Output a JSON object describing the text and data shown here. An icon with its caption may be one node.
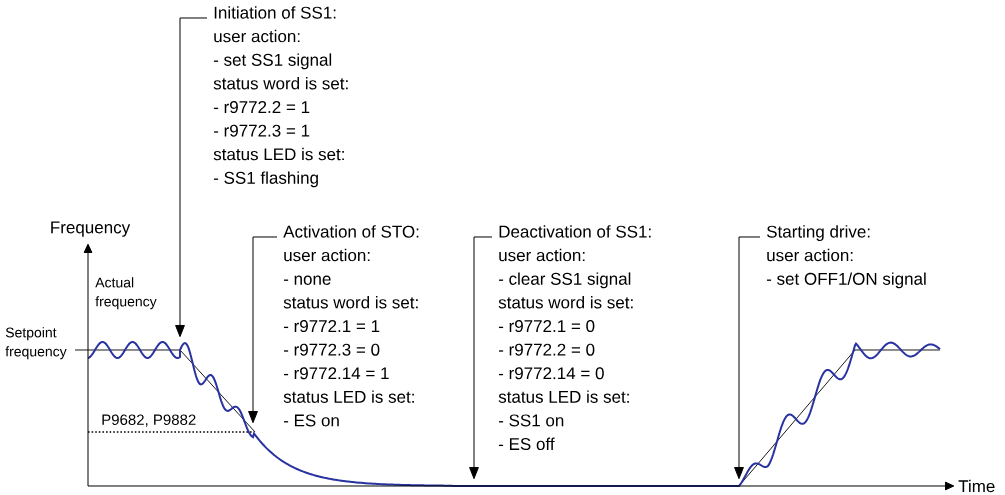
{
  "diagram": {
    "nodes": [
      {
        "text": [
          "Initiation of SS1:",
          "user action:",
          "- set SS1 signal",
          "status word is set:",
          "- r9772.2 = 1",
          "- r9772.3 = 1",
          "status LED is set:",
          "- SS1 flashing"
        ]
      },
      {
        "text": [
          "Activation of STO:",
          "user action:",
          "- none",
          "status word is set:",
          "- r9772.1 = 1",
          "- r9772.3 = 0",
          "- r9772.14 = 1",
          "status LED is set:",
          "- ES on"
        ]
      },
      {
        "text": [
          "Deactivation of SS1:",
          "user action:",
          "- clear SS1 signal",
          "status word is set:",
          "- r9772.1 = 0",
          "- r9772.2 = 0",
          "- r9772.14 = 0",
          "status LED is set:",
          "- SS1 on",
          "- ES off"
        ]
      },
      {
        "text": [
          "Starting drive:",
          "user action:",
          "- set OFF1/ON signal"
        ]
      }
    ],
    "edges": [
      {
        "from": 0,
        "to": null,
        "arrow": "to"
      },
      {
        "from": 1,
        "to": null,
        "arrow": "to"
      },
      {
        "from": 2,
        "to": null,
        "arrow": "to"
      },
      {
        "from": 3,
        "to": null,
        "arrow": "to"
      }
    ],
    "labels": [
      "Frequency",
      "Actual frequency",
      "Setpoint frequency",
      "P9682, P9882",
      "Time"
    ]
  }
}
